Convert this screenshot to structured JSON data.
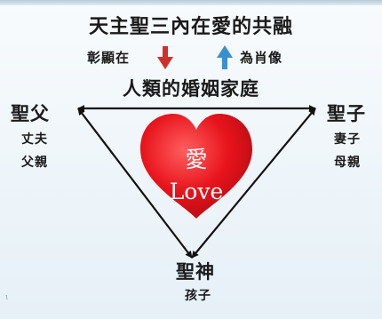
{
  "title": "天主聖三內在愛的共融",
  "reveal_in": "彰顯在",
  "as_image": "為肖像",
  "family_label": "人類的婚姻家庭",
  "father": {
    "title": "聖父",
    "role1": "丈夫",
    "role2": "父親"
  },
  "son": {
    "title": "聖子",
    "role1": "妻子",
    "role2": "母親"
  },
  "spirit": {
    "title": "聖神",
    "role": "孩子"
  },
  "heart": {
    "char": "愛",
    "word": "Love",
    "color": "#e8141c"
  },
  "arrows": {
    "down_color": "#d0302a",
    "up_color": "#3a8fd0"
  },
  "corner_mark": "ι"
}
